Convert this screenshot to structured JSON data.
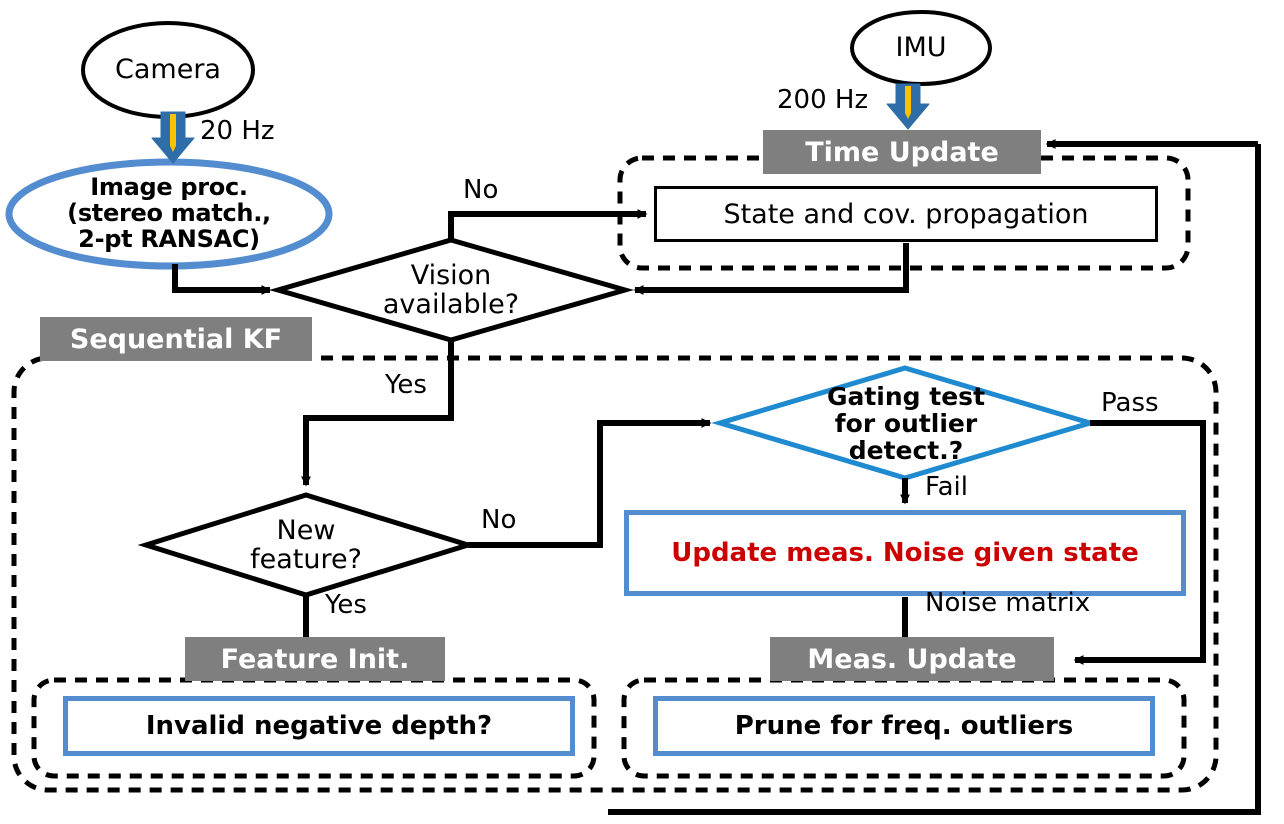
{
  "diagram": {
    "title": "Stereo visual-inertial odometry sequential Kalman filter flowchart",
    "colors": {
      "banner_gray": "#7f7f7f",
      "accent_blue": "#538dd0",
      "diamond_blue": "#1f8ad0",
      "red_text": "#cc0000",
      "arrow_blue": "#2e6da8",
      "arrow_yellow": "#ffc000",
      "line_black": "#000000"
    },
    "sources": [
      {
        "id": "camera",
        "label": "Camera",
        "rate_label": "20 Hz"
      },
      {
        "id": "imu",
        "label": "IMU",
        "rate_label": "200 Hz"
      }
    ],
    "ellipses": [
      {
        "id": "camera-ellipse",
        "label": "Camera"
      },
      {
        "id": "image-proc-ellipse",
        "label": "Image proc.\n(stereo match.,\n2-pt RANSAC)"
      },
      {
        "id": "imu-ellipse",
        "label": "IMU"
      }
    ],
    "banners": [
      {
        "id": "time-update-banner",
        "label": "Time Update"
      },
      {
        "id": "sequential-kf-banner",
        "label": "Sequential KF"
      },
      {
        "id": "feature-init-banner",
        "label": "Feature Init."
      },
      {
        "id": "meas-update-banner",
        "label": "Meas. Update"
      }
    ],
    "decisions": [
      {
        "id": "vision-available",
        "label": "Vision\navailable?",
        "style": "black"
      },
      {
        "id": "new-feature",
        "label": "New\nfeature?",
        "style": "black"
      },
      {
        "id": "gating-test",
        "label": "Gating test\nfor outlier\ndetect.?",
        "style": "blue"
      }
    ],
    "processes": [
      {
        "id": "state-cov-propagation",
        "label": "State and cov. propagation",
        "style": "plain"
      },
      {
        "id": "update-meas-noise",
        "label": "Update meas. Noise given state",
        "style": "blue-red"
      },
      {
        "id": "invalid-negative-depth",
        "label": "Invalid negative depth?",
        "style": "blue"
      },
      {
        "id": "prune-freq-outliers",
        "label": "Prune for freq. outliers",
        "style": "blue"
      }
    ],
    "edge_labels": [
      {
        "id": "label-20hz",
        "text": "20 Hz"
      },
      {
        "id": "label-200hz",
        "text": "200 Hz"
      },
      {
        "id": "label-vision-no",
        "text": "No"
      },
      {
        "id": "label-vision-yes",
        "text": "Yes"
      },
      {
        "id": "label-newfeature-no",
        "text": "No"
      },
      {
        "id": "label-newfeature-yes",
        "text": "Yes"
      },
      {
        "id": "label-gating-pass",
        "text": "Pass"
      },
      {
        "id": "label-gating-fail",
        "text": "Fail"
      },
      {
        "id": "label-noise-matrix",
        "text": "Noise matrix"
      }
    ]
  }
}
